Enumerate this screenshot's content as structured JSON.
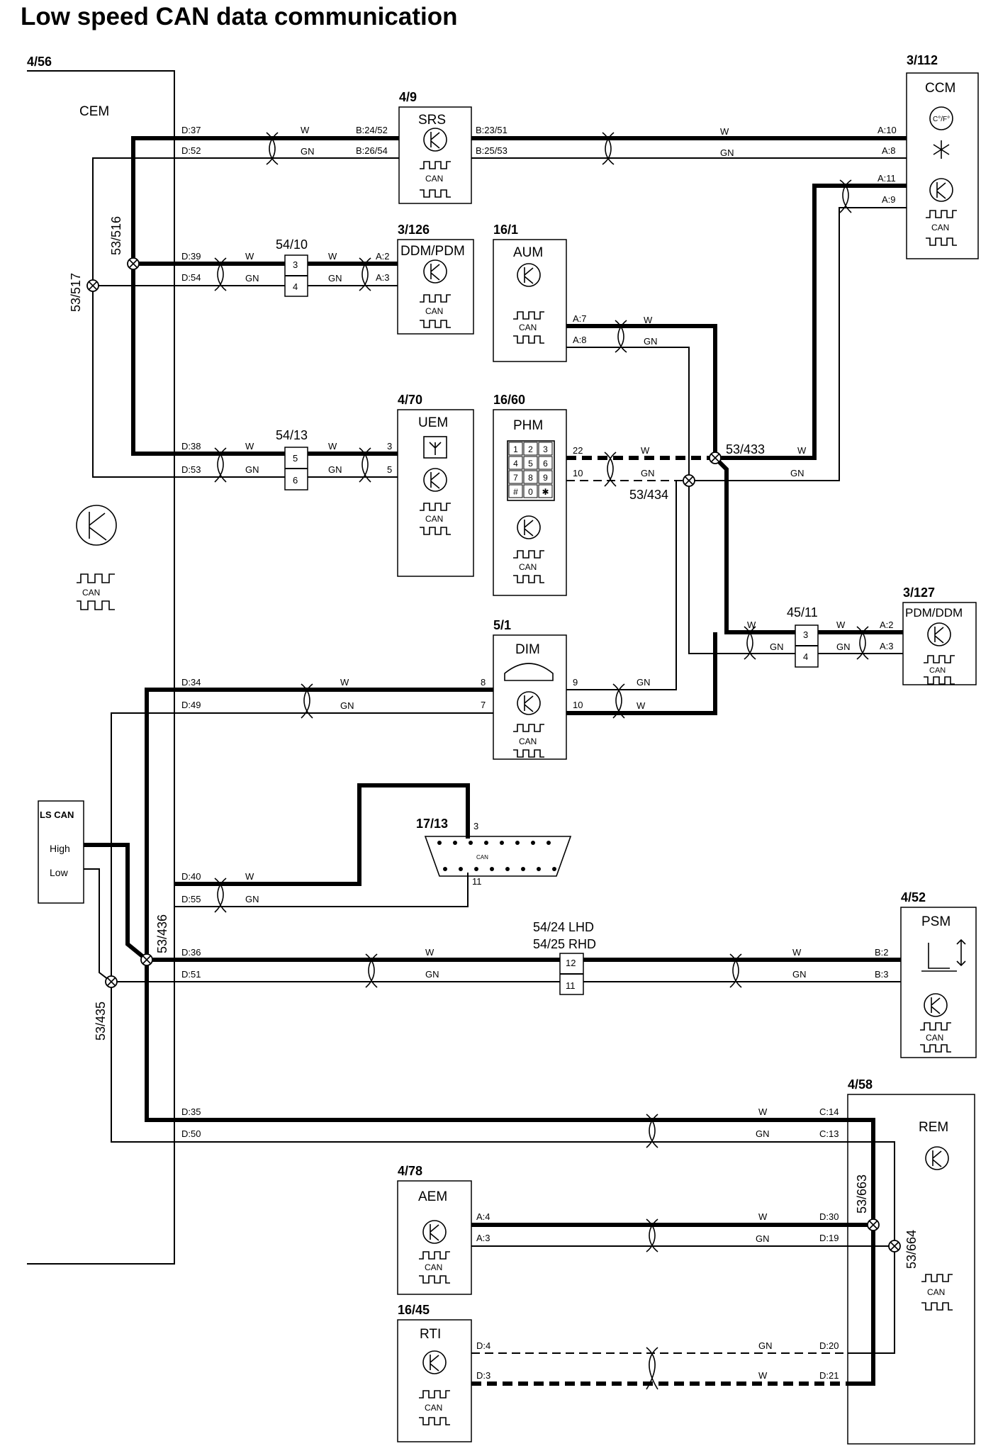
{
  "title": "Low speed CAN data communication",
  "can_label": "CAN",
  "wire_colors": {
    "white": "W",
    "green": "GN"
  },
  "components": {
    "cem": {
      "ref": "4/56",
      "name": "CEM",
      "pins": {
        "d37": "D:37",
        "d52": "D:52",
        "d39": "D:39",
        "d54": "D:54",
        "d38": "D:38",
        "d53": "D:53",
        "d34": "D:34",
        "d49": "D:49",
        "d40": "D:40",
        "d55": "D:55",
        "d36": "D:36",
        "d51": "D:51",
        "d35": "D:35",
        "d50": "D:50"
      }
    },
    "srs": {
      "ref": "4/9",
      "name": "SRS",
      "pins": {
        "b2452": "B:24/52",
        "b2654": "B:26/54",
        "b2351": "B:23/51",
        "b2553": "B:25/53"
      }
    },
    "ccm": {
      "ref": "3/112",
      "name": "CCM",
      "temp_symbol": "C°/F°",
      "pins": {
        "a10": "A:10",
        "a8": "A:8",
        "a11": "A:11",
        "a9": "A:9"
      }
    },
    "ddm_pdm": {
      "ref": "3/126",
      "name": "DDM/PDM",
      "pins": {
        "a2": "A:2",
        "a3": "A:3"
      }
    },
    "aum": {
      "ref": "16/1",
      "name": "AUM",
      "pins": {
        "a7": "A:7",
        "a8": "A:8"
      }
    },
    "uem": {
      "ref": "4/70",
      "name": "UEM",
      "pins": {
        "p3": "3",
        "p5": "5"
      }
    },
    "phm": {
      "ref": "16/60",
      "name": "PHM",
      "keypad": [
        "1",
        "2",
        "3",
        "4",
        "5",
        "6",
        "7",
        "8",
        "9",
        "#",
        "0",
        "✱"
      ],
      "pins": {
        "p22": "22",
        "p10": "10"
      }
    },
    "dim": {
      "ref": "5/1",
      "name": "DIM",
      "pins": {
        "p8": "8",
        "p7": "7",
        "p9": "9",
        "p10": "10"
      }
    },
    "pdm_ddm": {
      "ref": "3/127",
      "name": "PDM/DDM",
      "pins": {
        "a2": "A:2",
        "a3": "A:3"
      }
    },
    "dlc": {
      "ref": "17/13",
      "pins": {
        "p3": "3",
        "p11": "11"
      }
    },
    "ls_can": {
      "name": "LS CAN",
      "high": "High",
      "low": "Low"
    },
    "psm": {
      "ref": "4/52",
      "name": "PSM",
      "pins": {
        "b2": "B:2",
        "b3": "B:3"
      }
    },
    "rem": {
      "ref": "4/58",
      "name": "REM",
      "pins": {
        "c14": "C:14",
        "c13": "C:13",
        "d30": "D:30",
        "d19": "D:19",
        "d20": "D:20",
        "d21": "D:21"
      }
    },
    "aem": {
      "ref": "4/78",
      "name": "AEM",
      "pins": {
        "a4": "A:4",
        "a3": "A:3"
      }
    },
    "rti": {
      "ref": "16/45",
      "name": "RTI",
      "pins": {
        "d4": "D:4",
        "d3": "D:3"
      }
    }
  },
  "connectors": {
    "c5410": {
      "ref": "54/10",
      "pins": [
        "3",
        "4"
      ]
    },
    "c5413": {
      "ref": "54/13",
      "pins": [
        "5",
        "6"
      ]
    },
    "c4511": {
      "ref": "45/11",
      "pins": [
        "3",
        "4"
      ]
    },
    "c5424": {
      "ref_lhd": "54/24 LHD",
      "ref_rhd": "54/25 RHD",
      "pins": [
        "12",
        "11"
      ]
    }
  },
  "splices": {
    "s517": "53/517",
    "s516": "53/516",
    "s433": "53/433",
    "s434": "53/434",
    "s436": "53/436",
    "s435": "53/435",
    "s663": "53/663",
    "s664": "53/664"
  }
}
